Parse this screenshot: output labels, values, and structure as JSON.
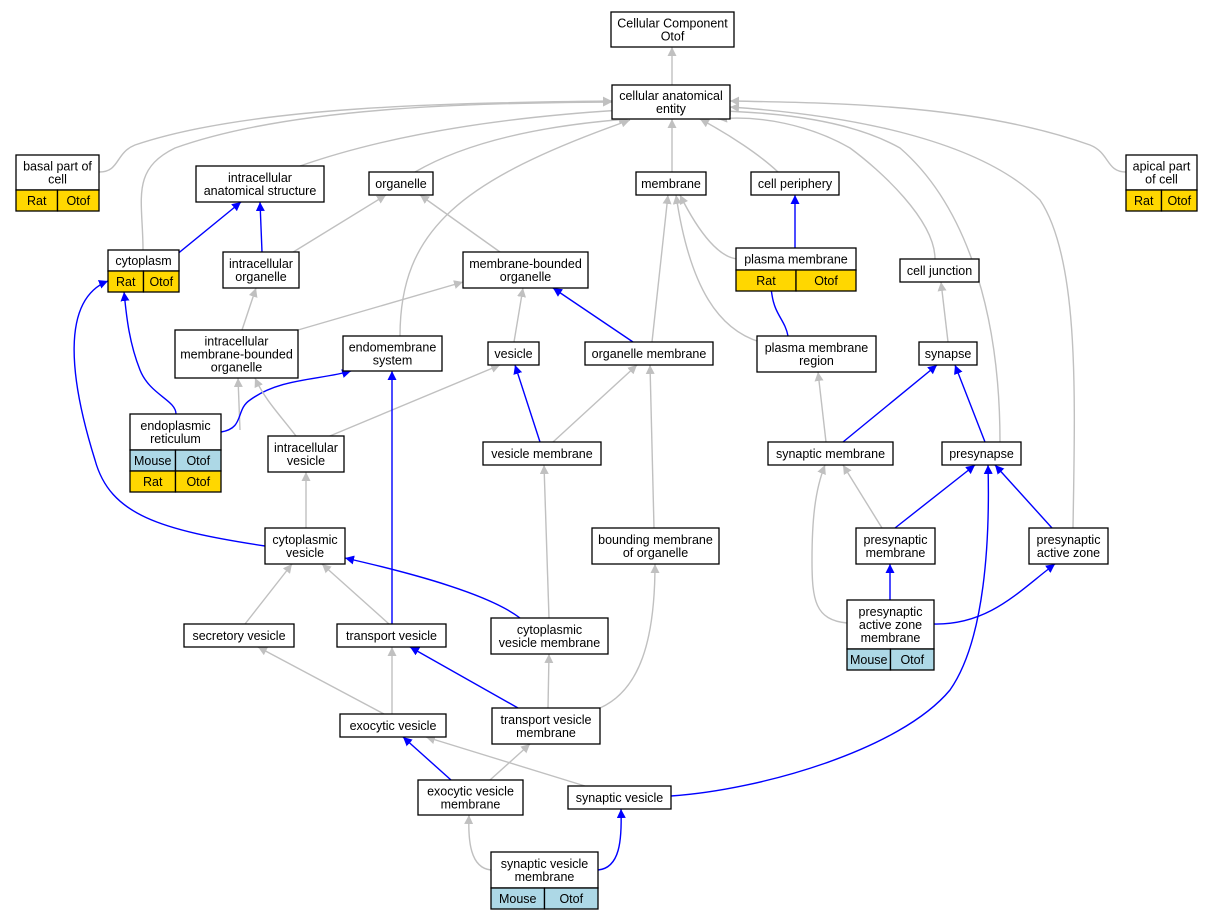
{
  "colors": {
    "is_a": "#c0c0c0",
    "part_of": "#0000ff",
    "rat": "#ffd700",
    "mouse": "#add8e6"
  },
  "nodes": {
    "root": {
      "label": [
        "Cellular Component",
        "Otof"
      ],
      "annotations": []
    },
    "cae": {
      "label": [
        "cellular anatomical",
        "entity"
      ],
      "annotations": []
    },
    "basal": {
      "label": [
        "basal part of",
        "cell"
      ],
      "annotations": [
        {
          "species": "Rat",
          "gene": "Otof",
          "color": "rat"
        }
      ]
    },
    "apical": {
      "label": [
        "apical part",
        "of cell"
      ],
      "annotations": [
        {
          "species": "Rat",
          "gene": "Otof",
          "color": "rat"
        }
      ]
    },
    "ias": {
      "label": [
        "intracellular",
        "anatomical structure"
      ],
      "annotations": []
    },
    "organelle": {
      "label": [
        "organelle"
      ],
      "annotations": []
    },
    "membrane": {
      "label": [
        "membrane"
      ],
      "annotations": []
    },
    "periphery": {
      "label": [
        "cell periphery"
      ],
      "annotations": []
    },
    "cytoplasm": {
      "label": [
        "cytoplasm"
      ],
      "annotations": [
        {
          "species": "Rat",
          "gene": "Otof",
          "color": "rat"
        }
      ]
    },
    "io": {
      "label": [
        "intracellular",
        "organelle"
      ],
      "annotations": []
    },
    "mbo": {
      "label": [
        "membrane-bounded",
        "organelle"
      ],
      "annotations": []
    },
    "pm": {
      "label": [
        "plasma membrane"
      ],
      "annotations": [
        {
          "species": "Rat",
          "gene": "Otof",
          "color": "rat"
        }
      ]
    },
    "junction": {
      "label": [
        "cell junction"
      ],
      "annotations": []
    },
    "imbo": {
      "label": [
        "intracellular",
        "membrane-bounded",
        "organelle"
      ],
      "annotations": []
    },
    "endo": {
      "label": [
        "endomembrane",
        "system"
      ],
      "annotations": []
    },
    "vesicle": {
      "label": [
        "vesicle"
      ],
      "annotations": []
    },
    "om": {
      "label": [
        "organelle membrane"
      ],
      "annotations": []
    },
    "pmr": {
      "label": [
        "plasma membrane",
        "region"
      ],
      "annotations": []
    },
    "synapse": {
      "label": [
        "synapse"
      ],
      "annotations": []
    },
    "er": {
      "label": [
        "endoplasmic",
        "reticulum"
      ],
      "annotations": [
        {
          "species": "Mouse",
          "gene": "Otof",
          "color": "mouse"
        },
        {
          "species": "Rat",
          "gene": "Otof",
          "color": "rat"
        }
      ]
    },
    "iv": {
      "label": [
        "intracellular",
        "vesicle"
      ],
      "annotations": []
    },
    "vm": {
      "label": [
        "vesicle membrane"
      ],
      "annotations": []
    },
    "synm": {
      "label": [
        "synaptic membrane"
      ],
      "annotations": []
    },
    "presyn": {
      "label": [
        "presynapse"
      ],
      "annotations": []
    },
    "cv": {
      "label": [
        "cytoplasmic",
        "vesicle"
      ],
      "annotations": []
    },
    "bmo": {
      "label": [
        "bounding membrane",
        "of organelle"
      ],
      "annotations": []
    },
    "presynm": {
      "label": [
        "presynaptic",
        "membrane"
      ],
      "annotations": []
    },
    "paz": {
      "label": [
        "presynaptic",
        "active zone"
      ],
      "annotations": []
    },
    "sv": {
      "label": [
        "secretory vesicle"
      ],
      "annotations": []
    },
    "tv": {
      "label": [
        "transport vesicle"
      ],
      "annotations": []
    },
    "cvm": {
      "label": [
        "cytoplasmic",
        "vesicle membrane"
      ],
      "annotations": []
    },
    "pazm": {
      "label": [
        "presynaptic",
        "active zone",
        "membrane"
      ],
      "annotations": [
        {
          "species": "Mouse",
          "gene": "Otof",
          "color": "mouse"
        }
      ]
    },
    "ev": {
      "label": [
        "exocytic vesicle"
      ],
      "annotations": []
    },
    "tvm": {
      "label": [
        "transport vesicle",
        "membrane"
      ],
      "annotations": []
    },
    "evm": {
      "label": [
        "exocytic vesicle",
        "membrane"
      ],
      "annotations": []
    },
    "synv": {
      "label": [
        "synaptic vesicle"
      ],
      "annotations": []
    },
    "svm": {
      "label": [
        "synaptic vesicle",
        "membrane"
      ],
      "annotations": [
        {
          "species": "Mouse",
          "gene": "Otof",
          "color": "mouse"
        }
      ]
    }
  },
  "edges": [
    {
      "from": "cae",
      "to": "root",
      "type": "is_a"
    },
    {
      "from": "basal",
      "to": "cae",
      "type": "is_a"
    },
    {
      "from": "apical",
      "to": "cae",
      "type": "is_a"
    },
    {
      "from": "cytoplasm",
      "to": "cae",
      "type": "is_a"
    },
    {
      "from": "ias",
      "to": "cae",
      "type": "is_a"
    },
    {
      "from": "organelle",
      "to": "cae",
      "type": "is_a"
    },
    {
      "from": "endo",
      "to": "cae",
      "type": "is_a"
    },
    {
      "from": "membrane",
      "to": "cae",
      "type": "is_a"
    },
    {
      "from": "periphery",
      "to": "cae",
      "type": "is_a"
    },
    {
      "from": "junction",
      "to": "cae",
      "type": "is_a"
    },
    {
      "from": "presyn",
      "to": "cae",
      "type": "is_a"
    },
    {
      "from": "paz",
      "to": "cae",
      "type": "is_a"
    },
    {
      "from": "cytoplasm",
      "to": "ias",
      "type": "part_of"
    },
    {
      "from": "io",
      "to": "ias",
      "type": "part_of"
    },
    {
      "from": "io",
      "to": "organelle",
      "type": "is_a"
    },
    {
      "from": "mbo",
      "to": "organelle",
      "type": "is_a"
    },
    {
      "from": "pm",
      "to": "membrane",
      "type": "is_a"
    },
    {
      "from": "pm",
      "to": "periphery",
      "type": "part_of"
    },
    {
      "from": "om",
      "to": "membrane",
      "type": "is_a"
    },
    {
      "from": "pmr",
      "to": "membrane",
      "type": "is_a"
    },
    {
      "from": "pmr",
      "to": "pm",
      "type": "part_of"
    },
    {
      "from": "imbo",
      "to": "io",
      "type": "is_a"
    },
    {
      "from": "imbo",
      "to": "mbo",
      "type": "is_a"
    },
    {
      "from": "om",
      "to": "mbo",
      "type": "part_of"
    },
    {
      "from": "vesicle",
      "to": "mbo",
      "type": "is_a"
    },
    {
      "from": "synapse",
      "to": "junction",
      "type": "is_a"
    },
    {
      "from": "er",
      "to": "cytoplasm",
      "type": "part_of"
    },
    {
      "from": "er",
      "to": "imbo",
      "type": "is_a"
    },
    {
      "from": "er",
      "to": "endo",
      "type": "part_of"
    },
    {
      "from": "iv",
      "to": "imbo",
      "type": "is_a"
    },
    {
      "from": "iv",
      "to": "vesicle",
      "type": "is_a"
    },
    {
      "from": "vm",
      "to": "vesicle",
      "type": "part_of"
    },
    {
      "from": "vm",
      "to": "om",
      "type": "is_a"
    },
    {
      "from": "synm",
      "to": "pmr",
      "type": "is_a"
    },
    {
      "from": "synm",
      "to": "synapse",
      "type": "part_of"
    },
    {
      "from": "presyn",
      "to": "synapse",
      "type": "part_of"
    },
    {
      "from": "cv",
      "to": "cytoplasm",
      "type": "part_of"
    },
    {
      "from": "cv",
      "to": "iv",
      "type": "is_a"
    },
    {
      "from": "bmo",
      "to": "om",
      "type": "is_a"
    },
    {
      "from": "presynm",
      "to": "synm",
      "type": "is_a"
    },
    {
      "from": "presynm",
      "to": "presyn",
      "type": "part_of"
    },
    {
      "from": "paz",
      "to": "presyn",
      "type": "part_of"
    },
    {
      "from": "sv",
      "to": "cv",
      "type": "is_a"
    },
    {
      "from": "tv",
      "to": "cv",
      "type": "is_a"
    },
    {
      "from": "tv",
      "to": "endo",
      "type": "part_of"
    },
    {
      "from": "cvm",
      "to": "cv",
      "type": "part_of"
    },
    {
      "from": "cvm",
      "to": "vm",
      "type": "is_a"
    },
    {
      "from": "pazm",
      "to": "presynm",
      "type": "part_of"
    },
    {
      "from": "pazm",
      "to": "synm",
      "type": "is_a"
    },
    {
      "from": "pazm",
      "to": "paz",
      "type": "part_of"
    },
    {
      "from": "ev",
      "to": "sv",
      "type": "is_a"
    },
    {
      "from": "ev",
      "to": "tv",
      "type": "is_a"
    },
    {
      "from": "tvm",
      "to": "tv",
      "type": "part_of"
    },
    {
      "from": "tvm",
      "to": "cvm",
      "type": "is_a"
    },
    {
      "from": "tvm",
      "to": "bmo",
      "type": "is_a"
    },
    {
      "from": "evm",
      "to": "ev",
      "type": "part_of"
    },
    {
      "from": "evm",
      "to": "tvm",
      "type": "is_a"
    },
    {
      "from": "synv",
      "to": "ev",
      "type": "is_a"
    },
    {
      "from": "synv",
      "to": "presyn",
      "type": "part_of"
    },
    {
      "from": "svm",
      "to": "evm",
      "type": "is_a"
    },
    {
      "from": "svm",
      "to": "synv",
      "type": "part_of"
    }
  ]
}
